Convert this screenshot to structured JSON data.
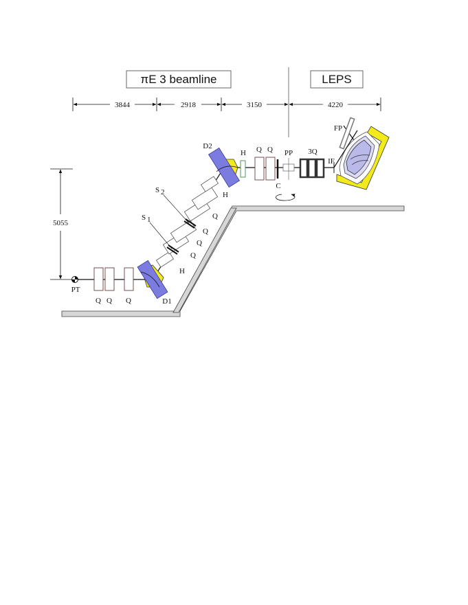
{
  "titles": {
    "pie3": "πE 3 beamline",
    "leps": "LEPS"
  },
  "dimensions": {
    "d1": "3844",
    "d2": "2918",
    "d3": "3150",
    "d4": "4220",
    "vertical": "5055"
  },
  "labels": {
    "pt": "PT",
    "q1": "Q",
    "q2": "Q",
    "q3": "Q",
    "d1": "D1",
    "h1": "H",
    "q4": "Q",
    "q5": "Q",
    "q6": "Q",
    "s1": "S",
    "s1sub": "1",
    "s2": "S",
    "s2sub": "2",
    "q7": "Q",
    "h2": "H",
    "d2": "D2",
    "h3": "H",
    "q8": "Q",
    "q9": "Q",
    "pp": "PP",
    "c": "C",
    "q3label": "3Q",
    "if": "IF",
    "fp": "FP"
  },
  "colors": {
    "magnet": "#7b7be0",
    "yoke": "#f2ea1a",
    "quadrupole": "#6b3a3a",
    "hexapole": "#3d8a4f",
    "wall": "#d6d6d6"
  }
}
